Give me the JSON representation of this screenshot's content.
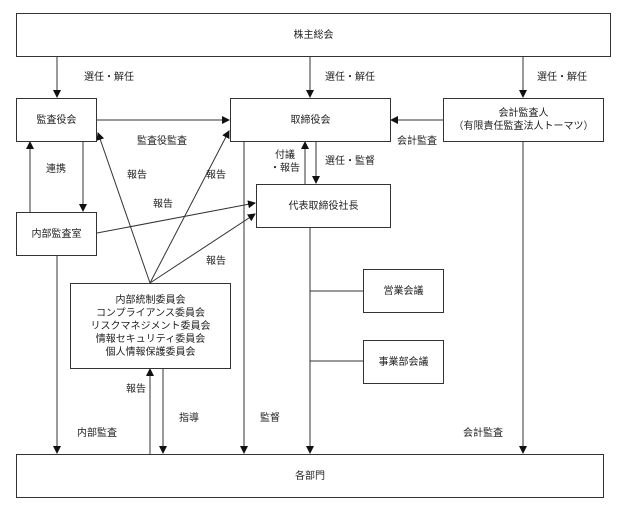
{
  "diagram": {
    "nodes": {
      "shareholders": "株主総会",
      "audit_board": "監査役会",
      "board": "取締役会",
      "accounting_auditor": [
        "会計監査人",
        "（有限責任監査法人トーマツ）"
      ],
      "internal_audit": "内部監査室",
      "president": "代表取締役社長",
      "committees": [
        "内部統制委員会",
        "コンプライアンス委員会",
        "リスクマネジメント委員会",
        "情報セキュリティ委員会",
        "個人情報保護委員会"
      ],
      "sales_meeting": "営業会議",
      "division_meeting": "事業部会議",
      "departments": "各部門"
    },
    "edge_labels": {
      "elect_dismiss_audit": "選任・解任",
      "elect_dismiss_board": "選任・解任",
      "elect_dismiss_auditor": "選任・解任",
      "auditor_audit": "監査役監査",
      "accounting_audit_board": "会計監査",
      "cooperation": "連携",
      "report_committee_audit": "報告",
      "report_committee_board": "報告",
      "report_internal_president": "報告",
      "report_committee_president": "報告",
      "propose_report": [
        "付議",
        "・報告"
      ],
      "elect_supervise": "選任・監督",
      "report_departments": "報告",
      "guidance": "指導",
      "internal_audit_depts": "内部監査",
      "supervision": "監督",
      "accounting_audit_depts": "会計監査"
    }
  }
}
